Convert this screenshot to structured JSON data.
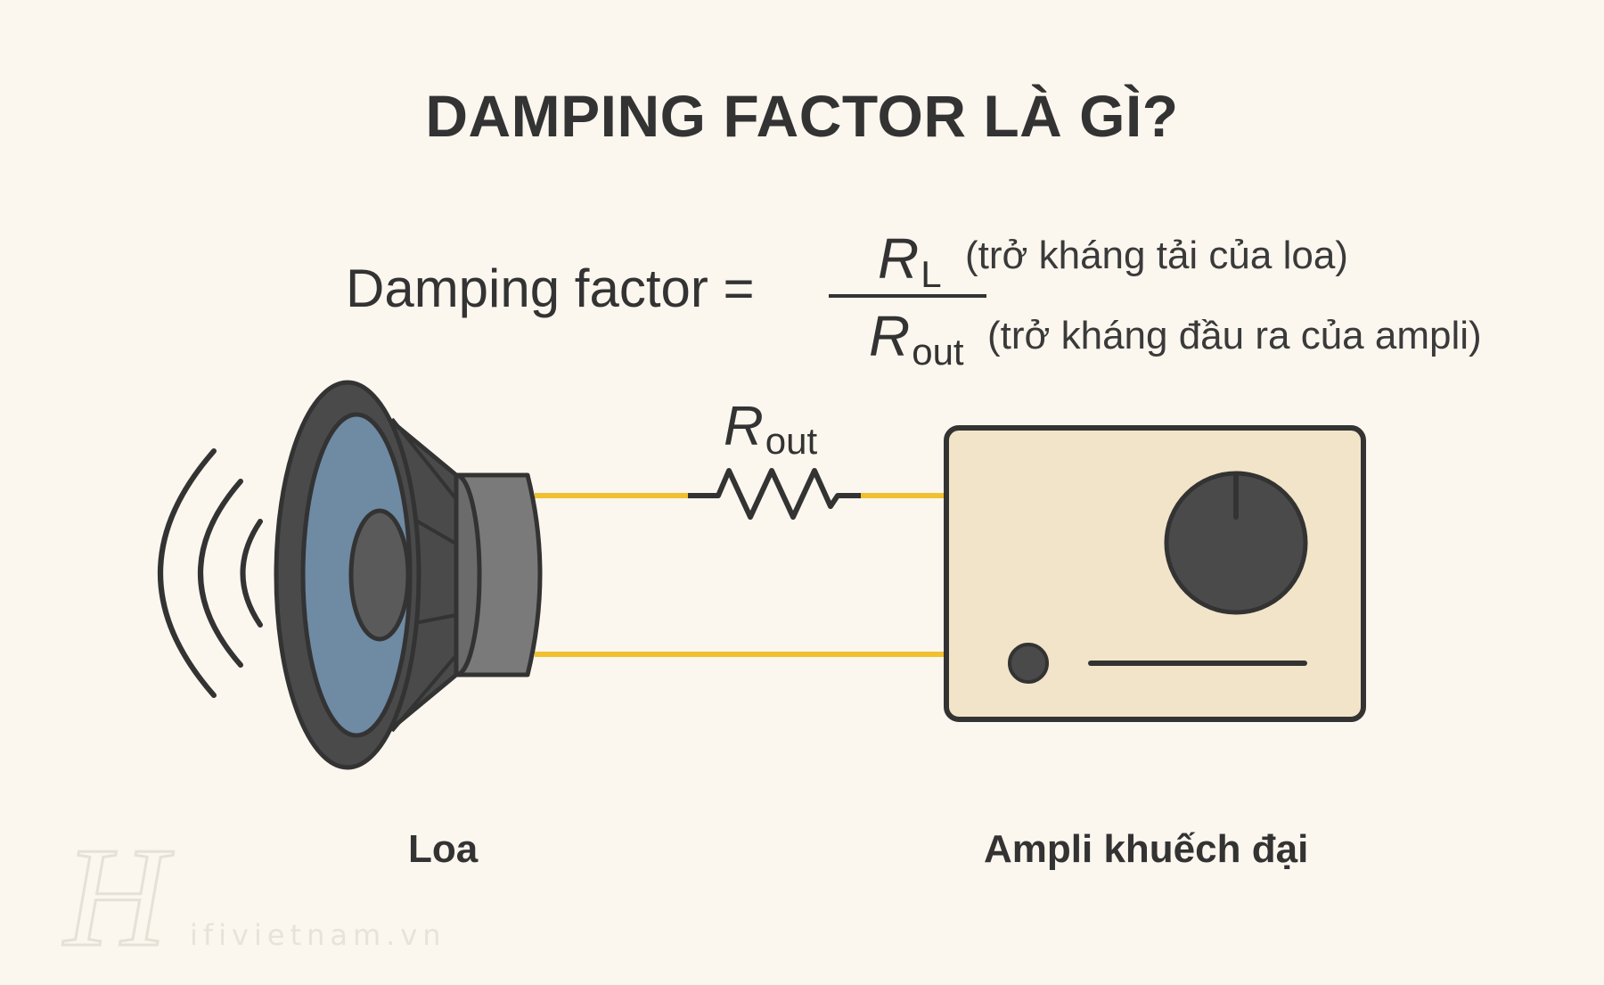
{
  "title": "DAMPING FACTOR LÀ GÌ?",
  "formula": {
    "lhs": "Damping factor =",
    "numerator": {
      "symbol": "R",
      "subscript": "L",
      "note": "(trở kháng tải của loa)"
    },
    "denominator": {
      "symbol": "R",
      "subscript": "out",
      "note": "(trở kháng đầu ra của ampli)"
    }
  },
  "resistor": {
    "symbol": "R",
    "subscript": "out"
  },
  "labels": {
    "speaker": "Loa",
    "amplifier": "Ampli khuếch đại"
  },
  "watermark": {
    "text": "ifivietnam.vn",
    "mark": "H"
  },
  "colors": {
    "background": "#fbf6ee",
    "ink": "#333333",
    "wire": "#f0c030",
    "speaker_cone": "#6f8aa3",
    "speaker_body": "#4a4a4a",
    "magnet": "#7a7a7a",
    "amp_body": "#f2e4c8",
    "knob": "#4a4a4a"
  }
}
